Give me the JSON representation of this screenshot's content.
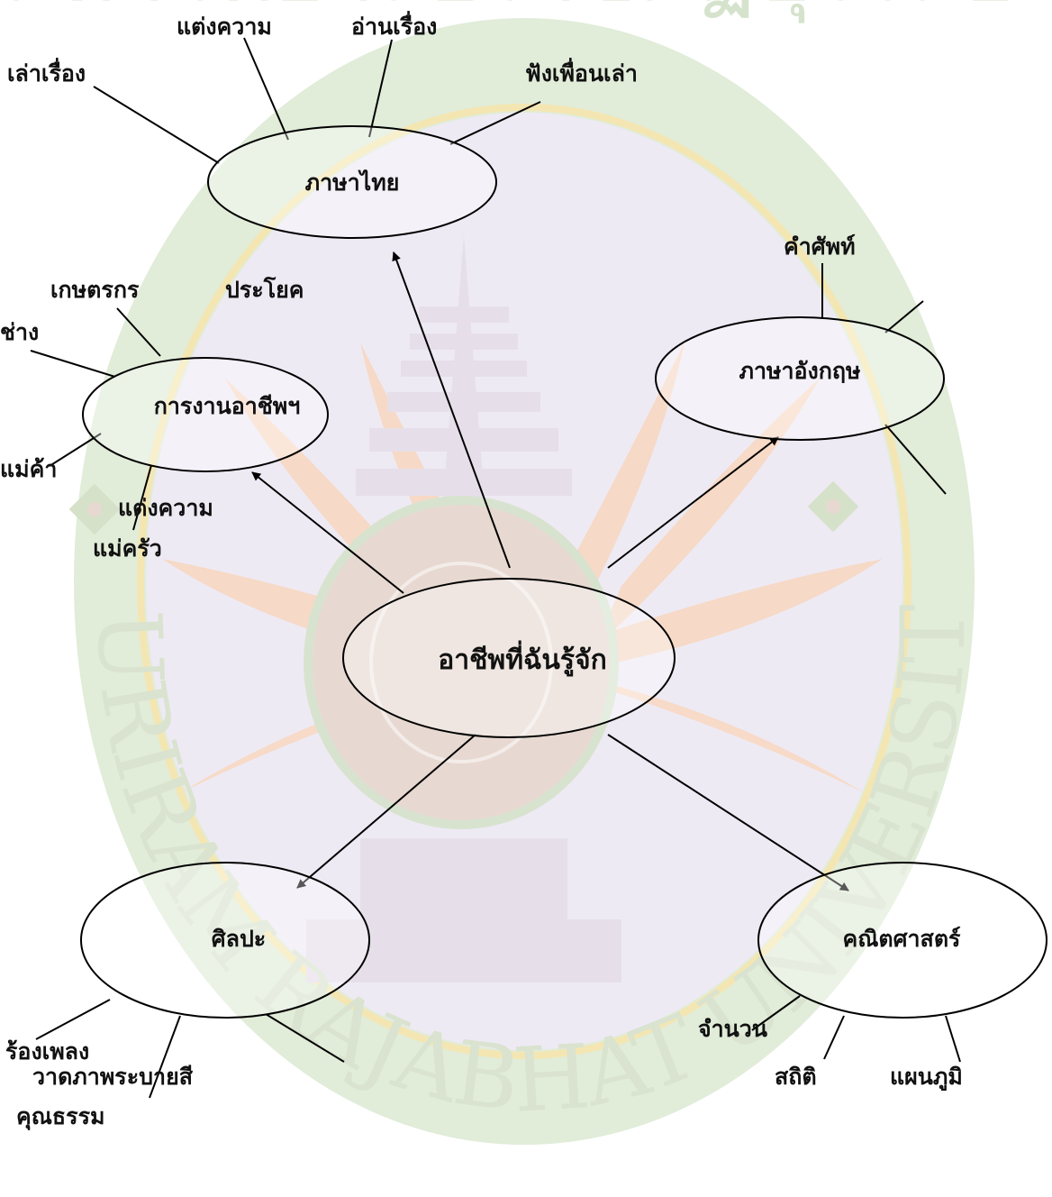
{
  "watermark": {
    "text_bottom": "BURIRAM RAJABHAT UNIVERSITY",
    "text_top": "มหาวิทยาลัยราชภัฏบุรีรัมย์",
    "colors": {
      "ring_green": "#e1ecd9",
      "ring_gold": "#f4e6b2",
      "inner_bg": "#eeeaf4",
      "rays": "#f7d8c2",
      "stupa": "#ece6ee"
    }
  },
  "center": {
    "label": "อาชีพที่ฉันรู้จัก"
  },
  "nodes": {
    "thai": {
      "label": "ภาษาไทย",
      "spokes": [
        "เล่าเรื่อง",
        "แต่งความ",
        "อ่านเรื่อง",
        "ฟังเพื่อนเล่า"
      ],
      "extra": "ประโยค"
    },
    "career": {
      "label": "การงานอาชีพฯ",
      "spokes": [
        "เกษตรกร",
        "ช่าง",
        "แม่ค้า",
        "แต่งความ",
        "แม่ครัว"
      ]
    },
    "english": {
      "label": "ภาษาอังกฤษ",
      "spokes": [
        "คำศัพท์"
      ]
    },
    "art": {
      "label": "ศิลปะ",
      "spokes": [
        "ร้องเพลง",
        "วาดภาพระบายสี",
        "คุณธรรม"
      ]
    },
    "math": {
      "label": "คณิตศาสตร์",
      "spokes": [
        "จำนวน",
        "สถิติ",
        "แผนภูมิ"
      ]
    }
  }
}
